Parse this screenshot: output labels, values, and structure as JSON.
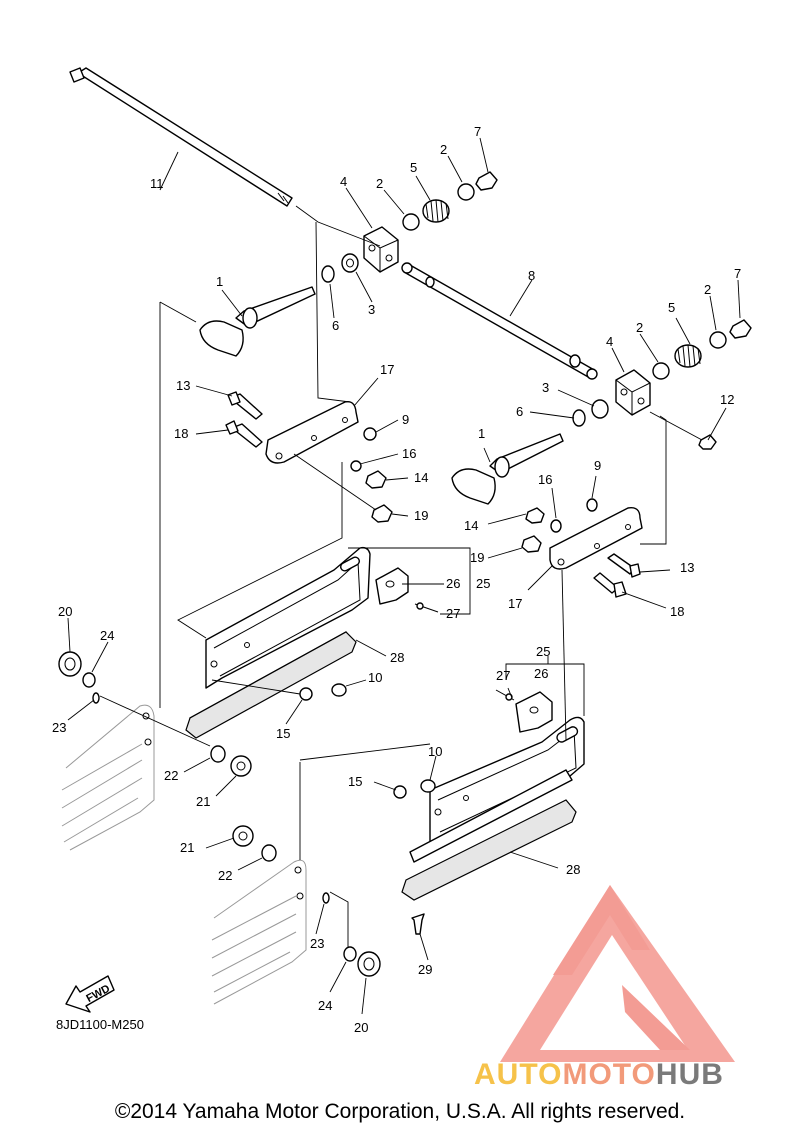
{
  "diagram": {
    "callouts": [
      {
        "id": "c11",
        "text": "11"
      },
      {
        "id": "c4a",
        "text": "4"
      },
      {
        "id": "c2a",
        "text": "2"
      },
      {
        "id": "c5a",
        "text": "5"
      },
      {
        "id": "c2b",
        "text": "2"
      },
      {
        "id": "c7a",
        "text": "7"
      },
      {
        "id": "c1a",
        "text": "1"
      },
      {
        "id": "c6a",
        "text": "6"
      },
      {
        "id": "c3a",
        "text": "3"
      },
      {
        "id": "c8",
        "text": "8"
      },
      {
        "id": "c7b",
        "text": "7"
      },
      {
        "id": "c5b",
        "text": "5"
      },
      {
        "id": "c2c",
        "text": "2"
      },
      {
        "id": "c2d",
        "text": "2"
      },
      {
        "id": "c4b",
        "text": "4"
      },
      {
        "id": "c3b",
        "text": "3"
      },
      {
        "id": "c6b",
        "text": "6"
      },
      {
        "id": "c12",
        "text": "12"
      },
      {
        "id": "c13a",
        "text": "13"
      },
      {
        "id": "c17a",
        "text": "17"
      },
      {
        "id": "c9a",
        "text": "9"
      },
      {
        "id": "c18a",
        "text": "18"
      },
      {
        "id": "c16a",
        "text": "16"
      },
      {
        "id": "c14a",
        "text": "14"
      },
      {
        "id": "c19a",
        "text": "19"
      },
      {
        "id": "c1b",
        "text": "1"
      },
      {
        "id": "c9b",
        "text": "9"
      },
      {
        "id": "c16b",
        "text": "16"
      },
      {
        "id": "c14b",
        "text": "14"
      },
      {
        "id": "c19b",
        "text": "19"
      },
      {
        "id": "c26a",
        "text": "26"
      },
      {
        "id": "c25a",
        "text": "25"
      },
      {
        "id": "c13b",
        "text": "13"
      },
      {
        "id": "c27a",
        "text": "27"
      },
      {
        "id": "c17b",
        "text": "17"
      },
      {
        "id": "c18b",
        "text": "18"
      },
      {
        "id": "c20a",
        "text": "20"
      },
      {
        "id": "c24a",
        "text": "24"
      },
      {
        "id": "c28a",
        "text": "28"
      },
      {
        "id": "c10a",
        "text": "10"
      },
      {
        "id": "c23a",
        "text": "23"
      },
      {
        "id": "c15a",
        "text": "15"
      },
      {
        "id": "c25b",
        "text": "25"
      },
      {
        "id": "c26b",
        "text": "26"
      },
      {
        "id": "c27b",
        "text": "27"
      },
      {
        "id": "c22a",
        "text": "22"
      },
      {
        "id": "c21a",
        "text": "21"
      },
      {
        "id": "c10b",
        "text": "10"
      },
      {
        "id": "c15b",
        "text": "15"
      },
      {
        "id": "c21b",
        "text": "21"
      },
      {
        "id": "c22b",
        "text": "22"
      },
      {
        "id": "c28b",
        "text": "28"
      },
      {
        "id": "c23b",
        "text": "23"
      },
      {
        "id": "c29",
        "text": "29"
      },
      {
        "id": "c24b",
        "text": "24"
      },
      {
        "id": "c20b",
        "text": "20"
      }
    ],
    "fwd_label": "FWD",
    "doc_code": "8JD1100-M250"
  },
  "watermark": {
    "auto": "AUTO",
    "moto": "MOTO",
    "hub": "HUB",
    "colors": {
      "auto": "#f6c24a",
      "moto": "#f29a7a",
      "hub": "#7a7a7a",
      "triangle": "#f28b82"
    }
  },
  "footer": {
    "copyright": "©2014 Yamaha Motor Corporation, U.S.A. All rights reserved."
  }
}
